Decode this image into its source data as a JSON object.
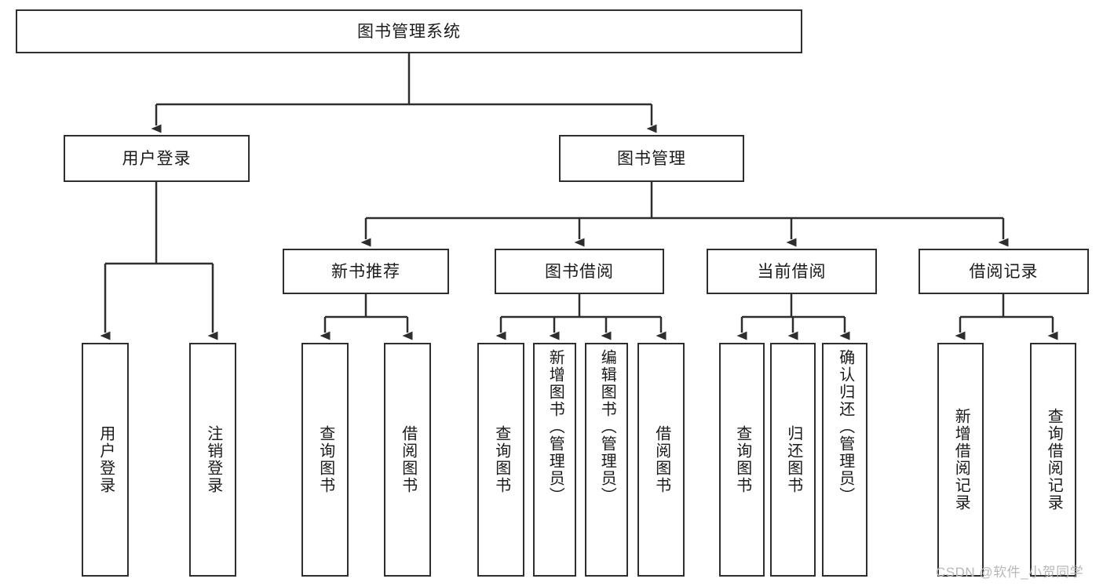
{
  "diagram": {
    "type": "tree-hierarchy",
    "title": "图书管理系统",
    "orientation": "top-down",
    "stroke_color": "#2e2e2e",
    "fill_color": "#ffffff",
    "background": "#ffffff"
  },
  "nodes": {
    "root": {
      "label": "图书管理系统",
      "level": 1
    },
    "l2": [
      {
        "id": "user-login",
        "label": "用户登录"
      },
      {
        "id": "book-manage",
        "label": "图书管理"
      }
    ],
    "l3": [
      {
        "id": "new-book-rec",
        "label": "新书推荐"
      },
      {
        "id": "book-borrow",
        "label": "图书借阅"
      },
      {
        "id": "current-borrow",
        "label": "当前借阅"
      },
      {
        "id": "borrow-record",
        "label": "借阅记录"
      }
    ],
    "leaves": {
      "user_login": [
        {
          "id": "leaf-user-login",
          "label": "用户登录"
        },
        {
          "id": "leaf-logout",
          "label": "注销登录"
        }
      ],
      "new_book_rec": [
        {
          "id": "leaf-query-book-1",
          "label": "查询图书"
        },
        {
          "id": "leaf-borrow-book-1",
          "label": "借阅图书"
        }
      ],
      "book_borrow": [
        {
          "id": "leaf-query-book-2",
          "label": "查询图书"
        },
        {
          "id": "leaf-add-book",
          "label": "新增图书（管理员）"
        },
        {
          "id": "leaf-edit-book",
          "label": "编辑图书（管理员）"
        },
        {
          "id": "leaf-borrow-book-2",
          "label": "借阅图书"
        }
      ],
      "current_borrow": [
        {
          "id": "leaf-query-book-3",
          "label": "查询图书"
        },
        {
          "id": "leaf-return-book",
          "label": "归还图书"
        },
        {
          "id": "leaf-confirm-return",
          "label": "确认归还（管理员）"
        }
      ],
      "borrow_record": [
        {
          "id": "leaf-add-record",
          "label": "新增借阅记录"
        },
        {
          "id": "leaf-query-record",
          "label": "查询借阅记录"
        }
      ]
    }
  },
  "watermark": {
    "text": "CSDN @软件_小贺同学"
  }
}
